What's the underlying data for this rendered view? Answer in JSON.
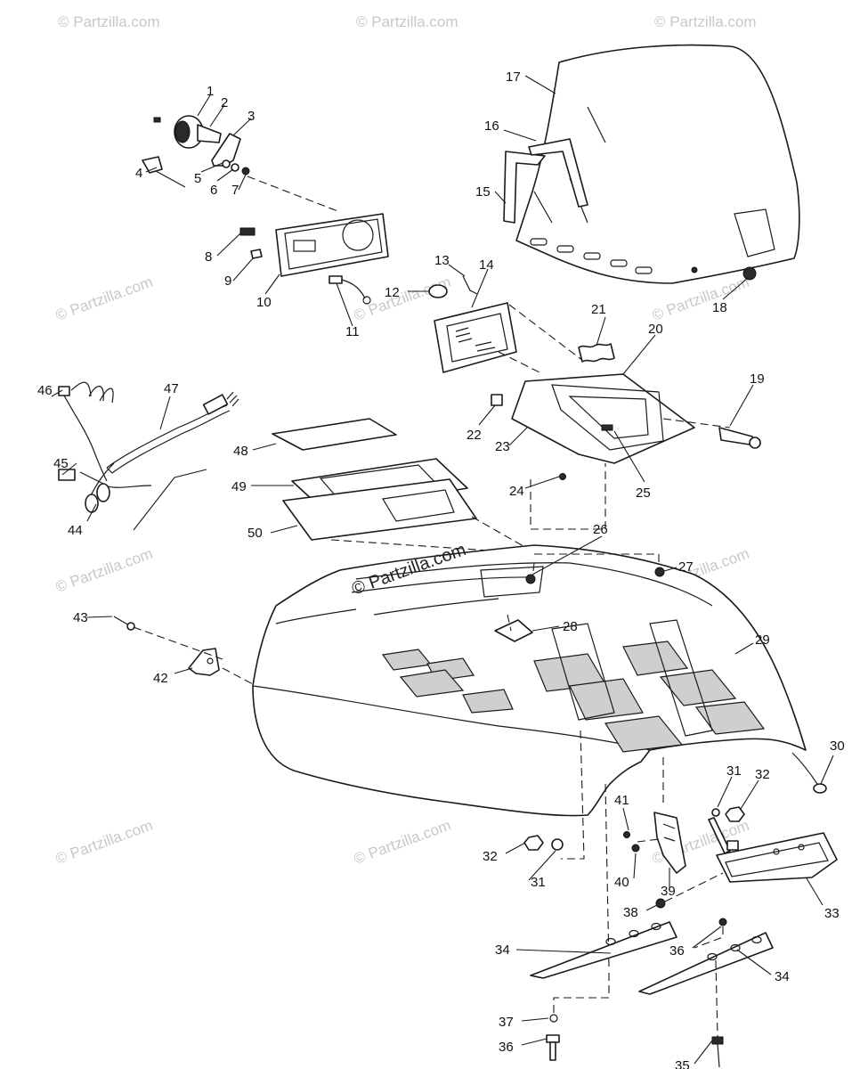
{
  "watermark": "© Partzilla.com",
  "center_watermark": "© Partzilla.com",
  "callouts": [
    "1",
    "2",
    "3",
    "4",
    "5",
    "6",
    "7",
    "8",
    "9",
    "10",
    "11",
    "12",
    "13",
    "14",
    "15",
    "16",
    "17",
    "18",
    "19",
    "20",
    "21",
    "22",
    "23",
    "24",
    "25",
    "26",
    "27",
    "28",
    "29",
    "30",
    "31",
    "32",
    "31",
    "32",
    "33",
    "34",
    "34",
    "35",
    "36",
    "36",
    "37",
    "38",
    "39",
    "40",
    "41",
    "42",
    "43",
    "44",
    "45",
    "46",
    "47",
    "48",
    "49",
    "50"
  ]
}
